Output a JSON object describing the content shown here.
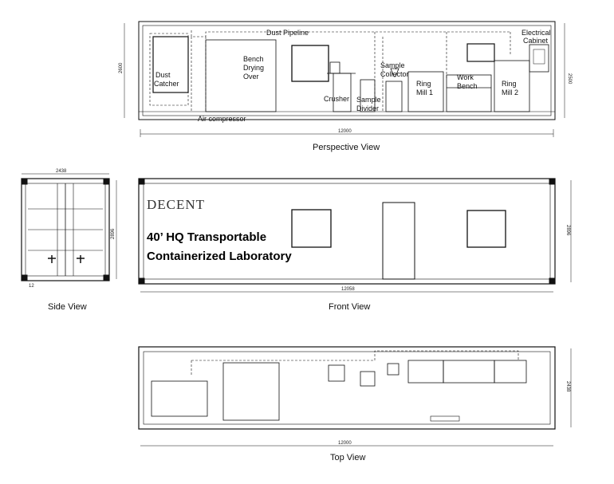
{
  "perspective": {
    "labels": {
      "dust_pipeline": "Dust Pipeline",
      "electrical_1": "Electrical",
      "electrical_2": "Cabinet",
      "dust_1": "Dust",
      "dust_2": "Catcher",
      "bench_1": "Bench",
      "bench_2": "Drying",
      "bench_3": "Over",
      "sample_coll_1": "Sample",
      "sample_coll_2": "Collector",
      "crusher": "Crusher",
      "sample_div_1": "Sample",
      "sample_div_2": "Divider",
      "ring1_1": "Ring",
      "ring1_2": "Mill 1",
      "work_1": "Work",
      "work_2": "Bench",
      "ring2_1": "Ring",
      "ring2_2": "Mill 2",
      "air": "Air compressor"
    },
    "dims": {
      "length": "12000",
      "height_left": "2600",
      "height_right": "2500"
    },
    "caption": "Perspective View"
  },
  "side": {
    "dims": {
      "width": "2438",
      "height": "2896",
      "small": "12"
    },
    "caption": "Side View"
  },
  "front": {
    "brand": "DECENT",
    "title_line1": "40’ HQ Transportable",
    "title_line2": "Containerized Laboratory",
    "dims": {
      "length": "12058",
      "height": "2896"
    },
    "caption": "Front View"
  },
  "top": {
    "dims": {
      "length": "12000",
      "width": "2438"
    },
    "caption": "Top View"
  }
}
